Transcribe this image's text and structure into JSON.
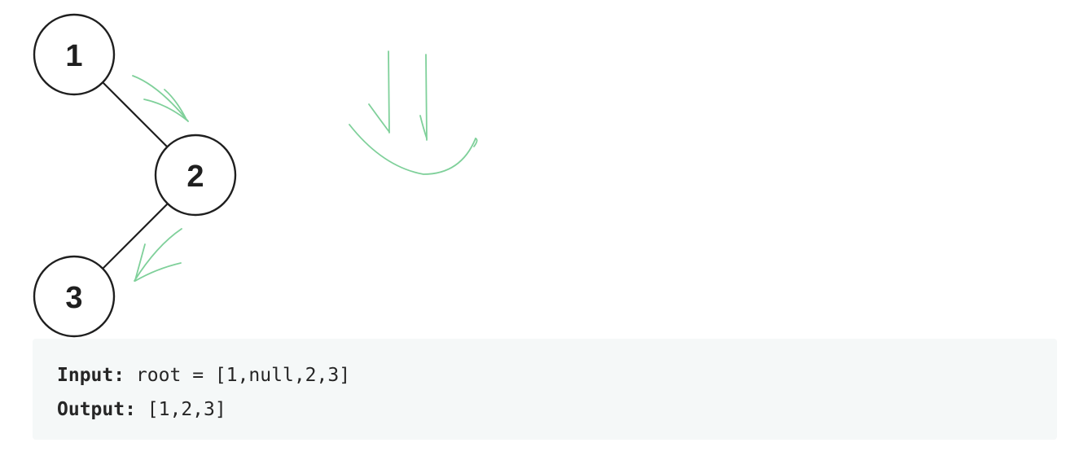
{
  "tree": {
    "nodes": [
      {
        "id": "1",
        "label": "1"
      },
      {
        "id": "2",
        "label": "2"
      },
      {
        "id": "3",
        "label": "3"
      }
    ],
    "edges": [
      [
        "1",
        "2"
      ],
      [
        "2",
        "3"
      ]
    ]
  },
  "example": {
    "input_label": "Input:",
    "input_value": "root = [1,null,2,3]",
    "output_label": "Output:",
    "output_value": "[1,2,3]"
  },
  "colors": {
    "annotation": "#7fd09a",
    "node_stroke": "#1f1f1f",
    "box_background": "#f5f8f8"
  }
}
